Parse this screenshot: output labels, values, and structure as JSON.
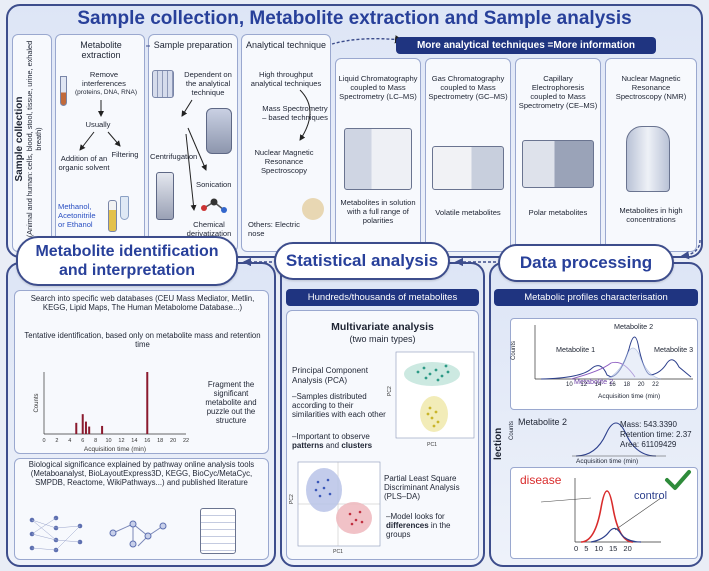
{
  "main_title": "Sample collection, Metabolite extraction and Sample analysis",
  "sample_collection": {
    "title": "Sample collection",
    "subtitle": "(Animal and human: cells, blood, stool, tissue, urine, exhaled breath)"
  },
  "extraction": {
    "heading": "Metabolite extraction",
    "remove": "Remove interferences",
    "remove_sub": "(proteins, DNA, RNA)",
    "usually": "Usually",
    "organic": "Addition of an organic solvent",
    "filtering": "Filtering",
    "solvents": [
      "Methanol,",
      "Acetonitrile",
      "or Ethanol"
    ]
  },
  "preparation": {
    "heading": "Sample preparation",
    "dependent": "Dependent on the analytical technique",
    "centrifugation": "Centrifugation",
    "sonication": "Sonication",
    "derivatization": "Chemical derivatization"
  },
  "analytical": {
    "heading": "Analytical technique",
    "high": "High throughput analytical techniques",
    "ms": "Mass Spectrometry – based techniques",
    "nmr": "Nuclear Magnetic Resonance Spectroscopy",
    "others": "Others: Electric nose"
  },
  "more_info": "More analytical techniques =More information",
  "techniques": [
    {
      "name": "Liquid Chromatography coupled to Mass Spectrometry (LC–MS)",
      "desc": "Metabolites in solution with a full range of polarities"
    },
    {
      "name": "Gas Chromatography coupled to Mass Spectrometry (GC–MS)",
      "desc": "Volatile metabolites"
    },
    {
      "name": "Capillary Electrophoresis coupled to Mass Spectrometry (CE–MS)",
      "desc": "Polar metabolites"
    },
    {
      "name": "Nuclear Magnetic Resonance Spectroscopy (NMR)",
      "desc": "Metabolites in high concentrations"
    }
  ],
  "identification": {
    "title_l1": "Metabolite identification",
    "title_l2": "and interpretation",
    "search": "Search into specific web databases (CEU Mass Mediator, Metlin, KEGG, Lipid Maps, The Human Metabolome Database...)",
    "tentative": "Tentative identification, based only on metabolite mass and retention time",
    "fragment": "Fragment the significant metabolite and puzzle out the structure",
    "biological": "Biological significance explained by pathway online analysis tools (Metaboanalyst, BioLayoutExpress3D, KEGG, BioCyc/MetaCyc, SMPDB, Reactome, WikiPathways...) and published literature",
    "chart": {
      "ylabel": "Counts",
      "xlabel": "Acquisition time (min)",
      "ticks": [
        "0",
        "2",
        "4",
        "6",
        "8",
        "10",
        "12",
        "14",
        "16",
        "18",
        "20",
        "22"
      ]
    }
  },
  "statistical": {
    "title": "Statistical analysis",
    "bar": "Hundreds/thousands of metabolites",
    "multivariate": "Multivariate analysis",
    "two_types": "(two main types)",
    "pca": "Principal Component Analysis (PCA)",
    "pca_b1": "–Samples distributed according to their similarities with each other",
    "pca_b2_pre": "–Important to observe ",
    "pca_b2_a": "patterns",
    "pca_b2_mid": " and ",
    "pca_b2_b": "clusters",
    "plsda": "Partial Least Square Discriminant Analysis (PLS–DA)",
    "pls_b_pre": "–Model looks for ",
    "pls_b_bold": "differences",
    "pls_b_post": " in the groups",
    "axes": {
      "pc1": "PC1",
      "pc2": "PC2"
    }
  },
  "processing": {
    "title": "Data processing",
    "bar": "Metabolic profiles characterisation",
    "chart1": {
      "ylabel": "Counts",
      "xlabel": "Acquisition time (min)",
      "labels": [
        "Metabolite 1",
        "Metabolite 2",
        "Metabolite 3"
      ],
      "overlap": "Metabolite 2",
      "ticks": [
        "10",
        "12",
        "14",
        "16",
        "18",
        "20",
        "22"
      ]
    },
    "chart2": {
      "name": "Metabolite 2",
      "mass": "Mass: 543.3390",
      "rt": "Retention time: 2.37",
      "area": "Area: 61109429",
      "xlabel": "Acquisition time (min)",
      "ylabel": "Counts",
      "side": "lection"
    },
    "chart3": {
      "disease": "disease",
      "control": "control",
      "ticks": [
        "0",
        "5",
        "10",
        "15",
        "20"
      ]
    },
    "colors": {
      "disease": "#d92c2c",
      "control": "#2c3f8c",
      "check": "#2e8b3a"
    }
  },
  "chart_data": [
    {
      "type": "bar",
      "title": "",
      "xlabel": "Acquisition time (min)",
      "ylabel": "Counts",
      "x": [
        5,
        6,
        6.5,
        7,
        9,
        16
      ],
      "values": [
        0.18,
        0.32,
        0.2,
        0.12,
        0.13,
        1.0
      ],
      "xlim": [
        0,
        22
      ]
    }
  ]
}
